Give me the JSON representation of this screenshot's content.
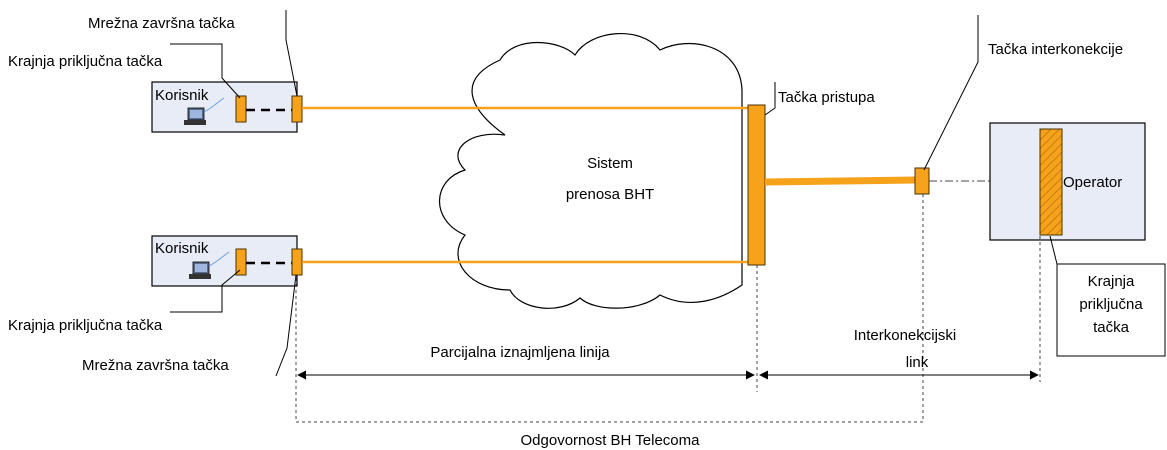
{
  "labels": {
    "mrezna_top": "Mrežna završna tačka",
    "krajnja_top": "Krajnja priključna tačka",
    "korisnik_top": "Korisnik",
    "korisnik_bottom": "Korisnik",
    "krajnja_bottom": "Krajnja priključna tačka",
    "mrezna_bottom": "Mrežna završna tačka",
    "cloud_line1": "Sistem",
    "cloud_line2": "prenosa BHT",
    "tacka_pristupa": "Tačka pristupa",
    "tacka_interkonekcije": "Tačka interkonekcije",
    "operator": "Operator",
    "krajnja_operator_line1": "Krajnja",
    "krajnja_operator_line2": "priključna",
    "krajnja_operator_line3": "tačka",
    "parcijalna": "Parcijalna iznajmljena linija",
    "interkonekcijski_line1": "Interkonekcijski",
    "interkonekcijski_line2": "link",
    "odgovornost": "Odgovornost BH Telecoma"
  },
  "colors": {
    "accent_orange": "#f7a21b",
    "box_fill": "#e8ecf7",
    "line": "#000000"
  },
  "icons": [
    "computer-icon",
    "computer-icon"
  ]
}
